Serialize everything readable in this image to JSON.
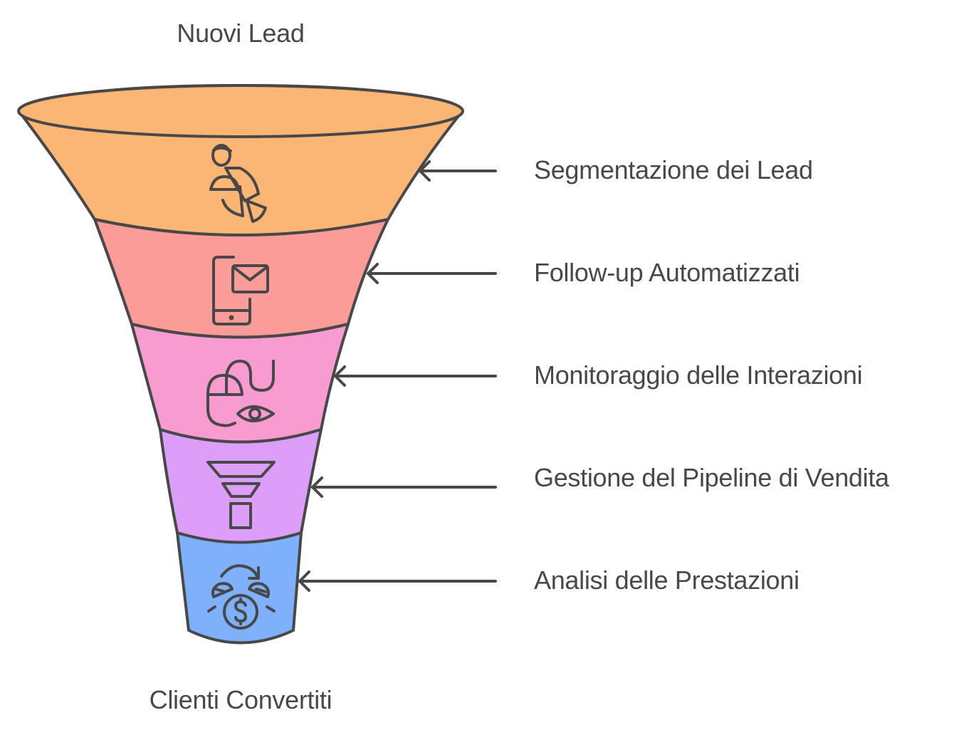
{
  "diagram": {
    "type": "funnel",
    "top_label": "Nuovi Lead",
    "bottom_label": "Clienti Convertiti",
    "stroke_color": "#484848",
    "stages": [
      {
        "label": "Segmentazione dei Lead",
        "icon": "user-pie-chart-icon",
        "color": "#FBB574"
      },
      {
        "label": "Follow-up Automatizzati",
        "icon": "phone-email-icon",
        "color": "#FC9C98"
      },
      {
        "label": "Monitoraggio delle Interazioni",
        "icon": "mouse-eye-icon",
        "color": "#F89BD1"
      },
      {
        "label": "Gestione del Pipeline di Vendita",
        "icon": "funnel-icon",
        "color": "#DC9EF8"
      },
      {
        "label": "Analisi delle Prestazioni",
        "icon": "money-cycle-icon",
        "color": "#7EB0FC"
      }
    ]
  }
}
